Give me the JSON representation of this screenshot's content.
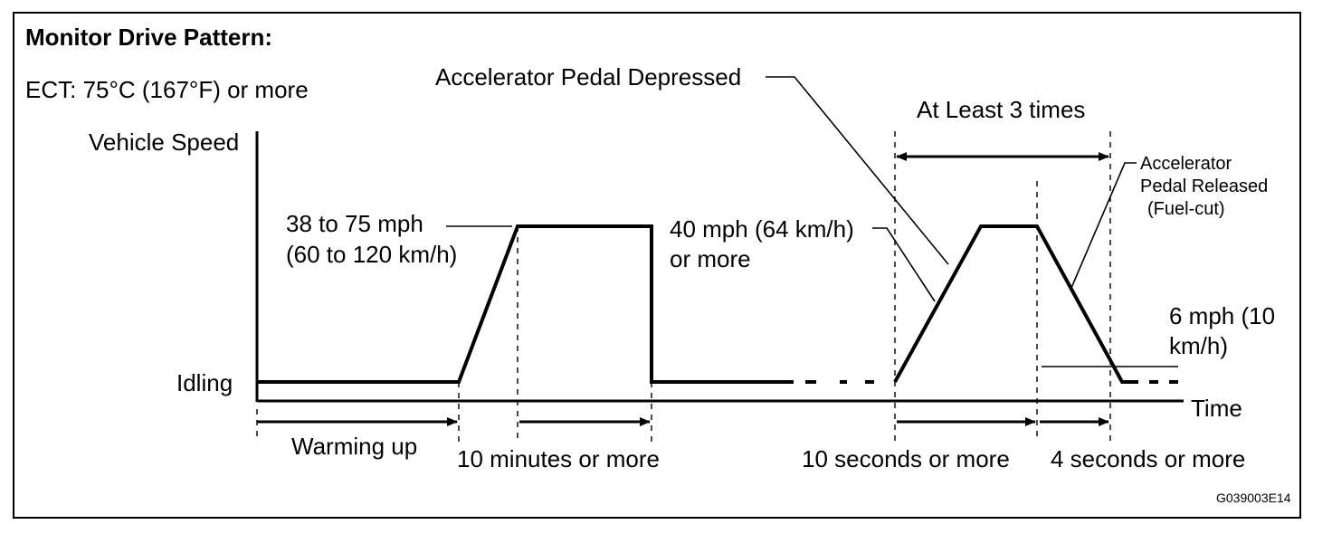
{
  "title": "Monitor Drive Pattern:",
  "condition": "ECT: 75°C (167°F) or more",
  "y_axis_label": "Vehicle Speed",
  "x_axis_label": "Time",
  "idle_label": "Idling",
  "speed_range_line1": "38 to 75 mph",
  "speed_range_line2": "(60 to 120 km/h)",
  "accel_depressed": "Accelerator Pedal Depressed",
  "speed_40_line1": "40 mph (64 km/h)",
  "speed_40_line2": "or more",
  "at_least": "At Least 3 times",
  "accel_released_line1": "Accelerator",
  "accel_released_line2": "Pedal Released",
  "accel_released_line3": "(Fuel-cut)",
  "speed_6_line1": "6 mph (10",
  "speed_6_line2": "km/h)",
  "durations": {
    "warming_up": "Warming up",
    "ten_minutes": "10 minutes or more",
    "ten_seconds": "10 seconds or more",
    "four_seconds": "4 seconds or more"
  },
  "figure_id": "G039003E14"
}
